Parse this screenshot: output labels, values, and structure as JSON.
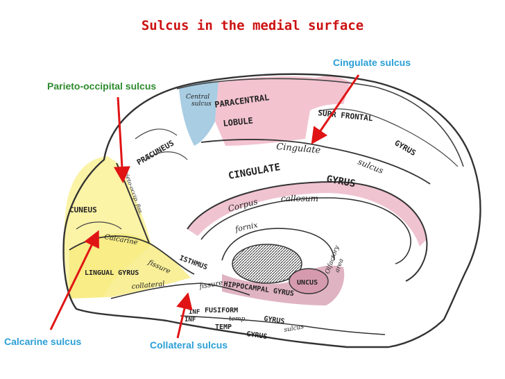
{
  "title": "Sulcus in the medial surface",
  "colors": {
    "title": "#cc1111",
    "callout_green": "#2e8b2e",
    "callout_blue": "#2a9fd6",
    "callout_red": "#dd1111",
    "arrow": "#e01414",
    "cuneus_yellow": "#fbf3a6",
    "central_blue": "#a9cde2",
    "paracentral_pink": "#f3c3d0"
  },
  "callouts": {
    "cingulate": "Cingulate sulcus",
    "parieto_occipital": "Parieto-occipital sulcus",
    "calcarine": "Calcarine sulcus",
    "collateral": "Collateral sulcus"
  },
  "anatomy_labels": {
    "central_sulcus_1": "Central",
    "central_sulcus_2": "sulcus",
    "paracentral": "PARACENTRAL",
    "lobule": "LOBULE",
    "sup_frontal": "SUPR FRONTAL",
    "gyrus_top": "GYRUS",
    "praecuneus": "PRÆCUNEUS",
    "cingulate_sulcus_1": "Cingulate",
    "cingulate_sulcus_2": "sulcus",
    "cingulate_gyrus_1": "CINGULATE",
    "cingulate_gyrus_2": "GYRUS",
    "corpus": "Corpus",
    "callosum": "callosum",
    "fornix": "fornix",
    "parieto_occip_fiss": "parieto-occip. fiss.",
    "cuneus": "CUNEUS",
    "calcarine": "Calcarine",
    "fissure_1": "fissure",
    "lingual_gyrus": "LINGUAL GYRUS",
    "isthmus": "ISTHMUS",
    "collateral": "collateral",
    "fissure_2": "fissure",
    "uncus": "UNCUS",
    "olfactory": "Olfactory",
    "area": "area",
    "hippocampal_gyrus": "HIPPOCAMPAL GYRUS",
    "fusiform": "FUSIFORM",
    "gyrus_fusiform": "GYRUS",
    "inf_1": "INF",
    "temp_1": "temp.",
    "inf_2": "INF",
    "temp_2": "TEMP",
    "gyrus_inf": "GYRUS",
    "sulcus_inf": "sulcus"
  }
}
